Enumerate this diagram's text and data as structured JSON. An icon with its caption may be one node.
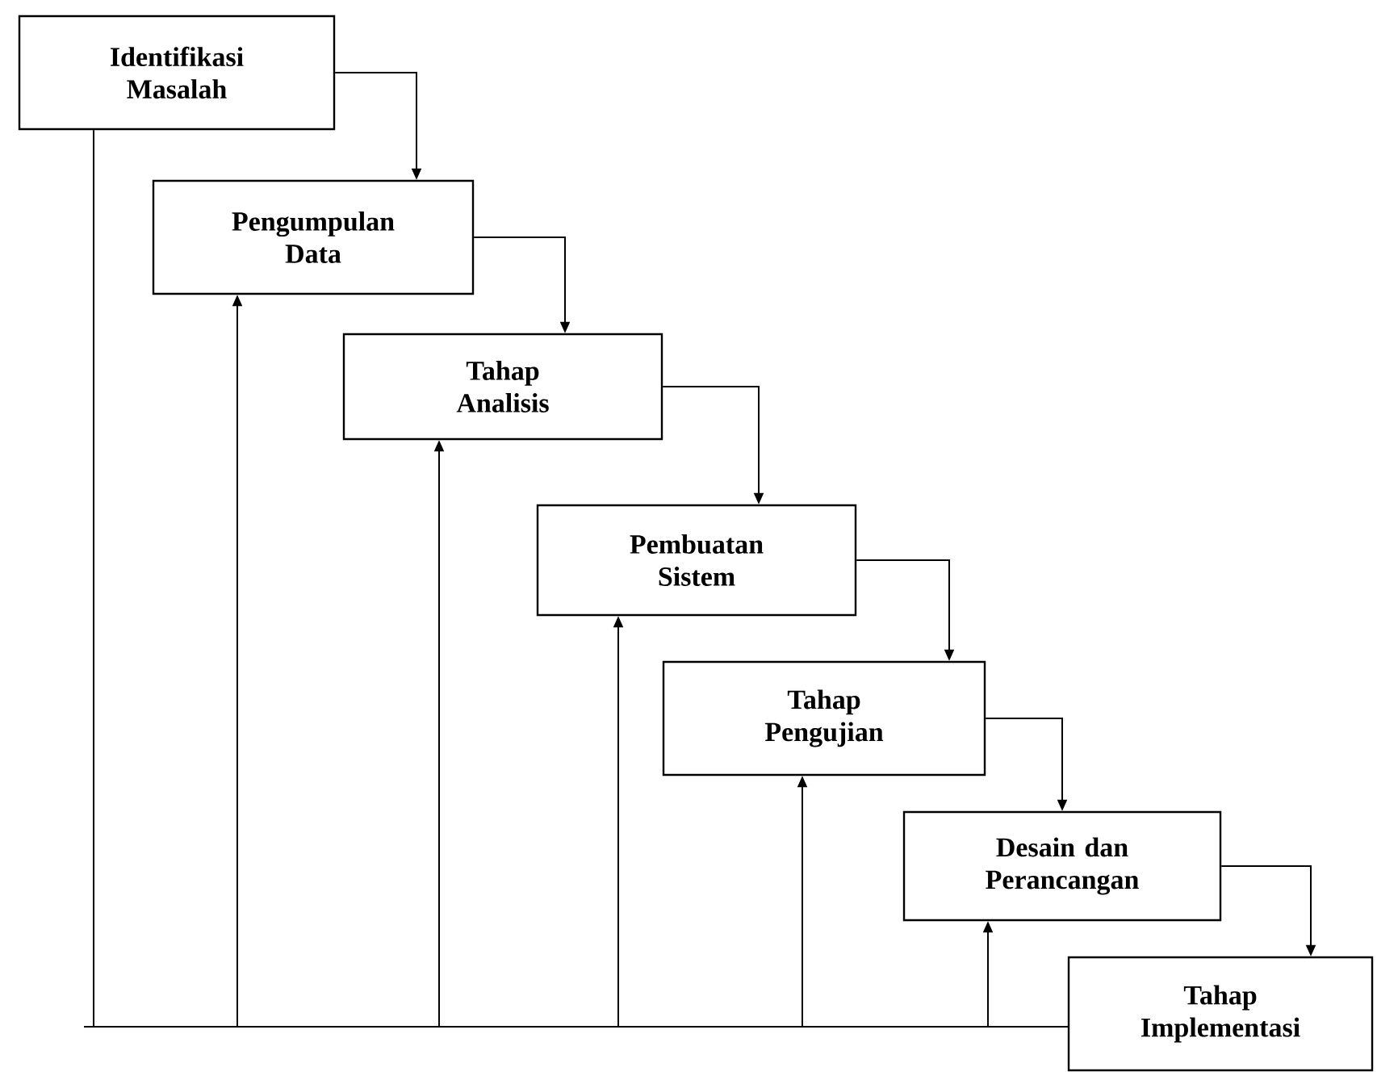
{
  "diagram": {
    "nodes": [
      {
        "text": [
          "Identifikasi Masalah"
        ]
      },
      {
        "text": [
          "Pengumpulan Data"
        ]
      },
      {
        "text": [
          "Tahap Analisis"
        ]
      },
      {
        "text": [
          "Pembuatan Sistem"
        ]
      },
      {
        "text": [
          "Tahap Pengujian"
        ]
      },
      {
        "text": [
          "Desain dan Perancangan"
        ]
      },
      {
        "text": [
          "Tahap Implementasi"
        ]
      }
    ],
    "edges": [
      {
        "from": 0,
        "to": 1,
        "arrow": "to"
      },
      {
        "from": 1,
        "to": 2,
        "arrow": "to"
      },
      {
        "from": 2,
        "to": 3,
        "arrow": "to"
      },
      {
        "from": 3,
        "to": 4,
        "arrow": "to"
      },
      {
        "from": 4,
        "to": 5,
        "arrow": "to"
      },
      {
        "from": 5,
        "to": 6,
        "arrow": "to"
      },
      {
        "from": 6,
        "to": 0,
        "arrow": "none"
      },
      {
        "from": 6,
        "to": 1,
        "arrow": "to"
      },
      {
        "from": 6,
        "to": 2,
        "arrow": "to"
      },
      {
        "from": 6,
        "to": 3,
        "arrow": "to"
      },
      {
        "from": 6,
        "to": 4,
        "arrow": "to"
      },
      {
        "from": 6,
        "to": 5,
        "arrow": "to"
      }
    ]
  }
}
